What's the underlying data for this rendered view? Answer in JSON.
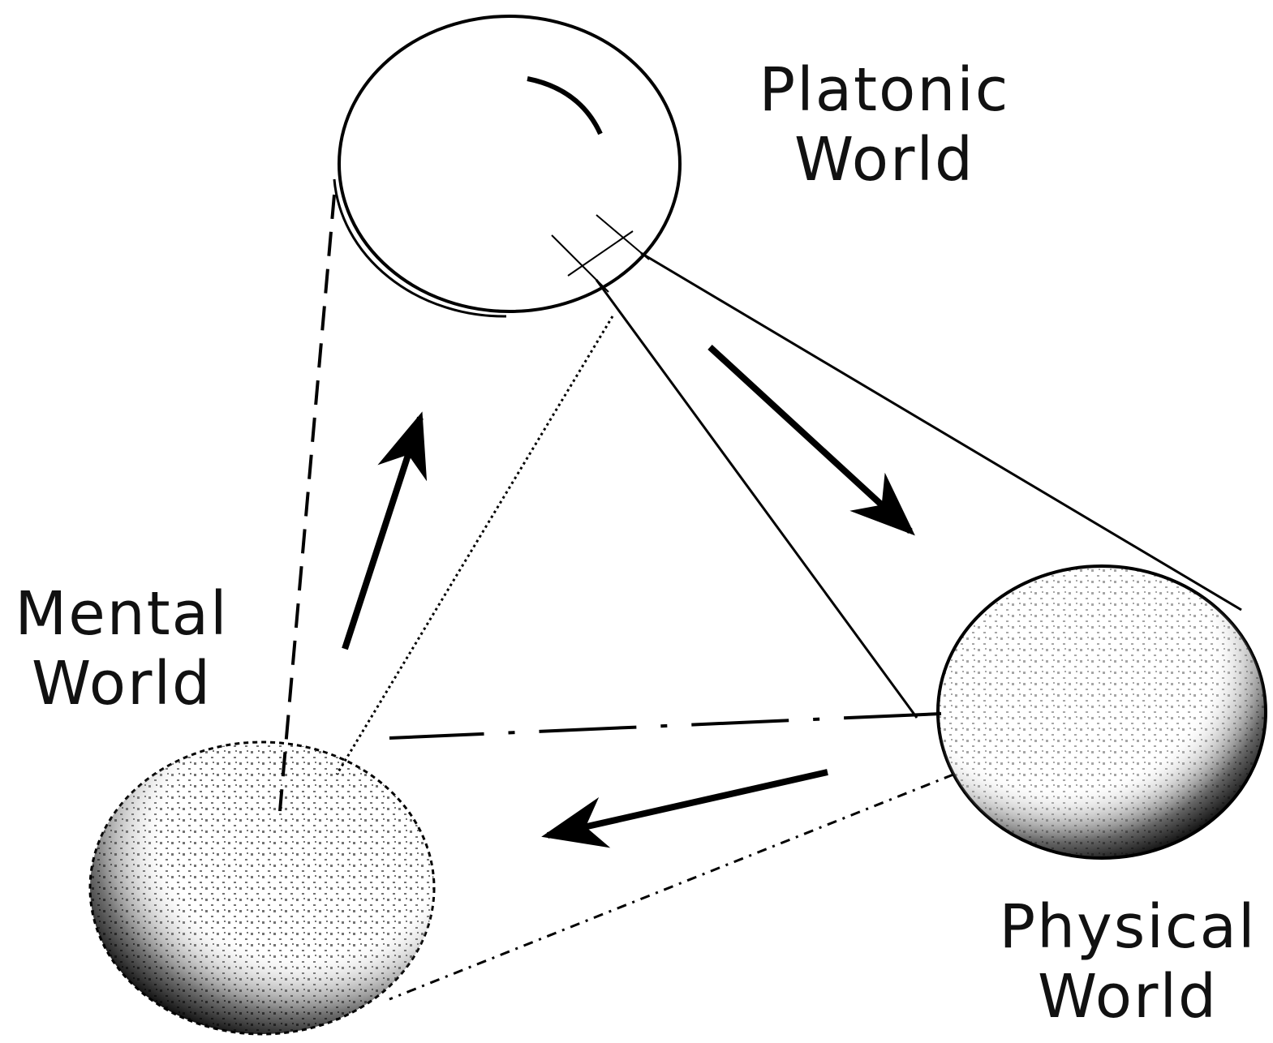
{
  "worlds": {
    "platonic": {
      "line1": "Platonic",
      "line2": "World"
    },
    "mental": {
      "line1": "Mental",
      "line2": "World"
    },
    "physical": {
      "line1": "Physical",
      "line2": "World"
    }
  },
  "colors": {
    "ink": "#000000",
    "background": "#ffffff"
  }
}
